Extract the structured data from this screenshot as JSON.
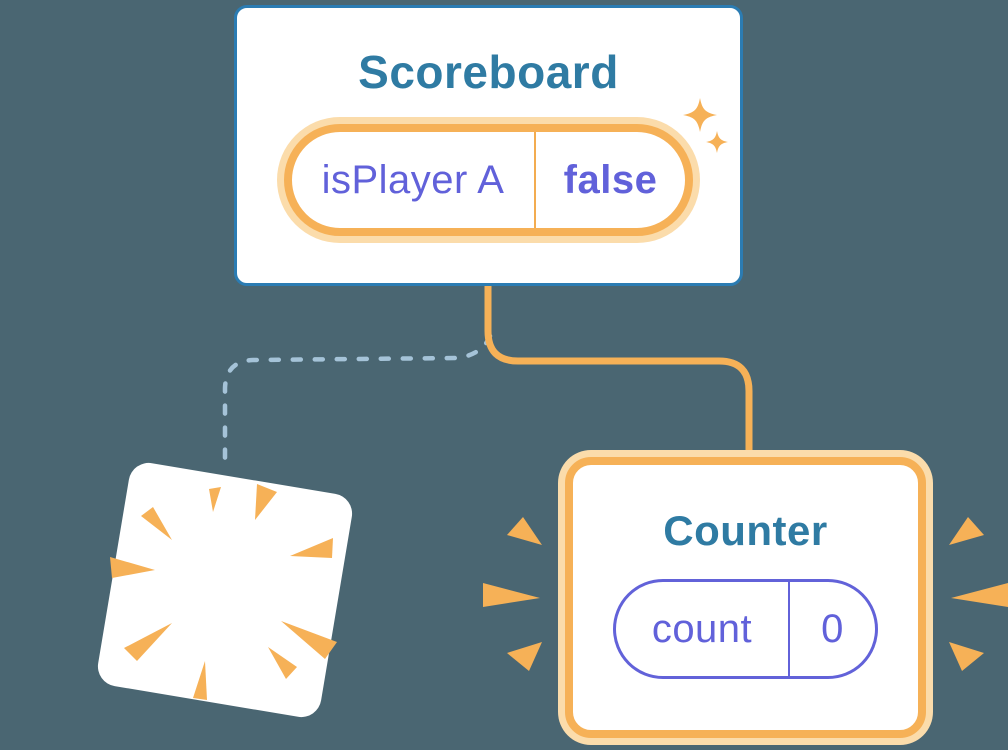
{
  "diagram": {
    "description": "Component tree diagram: Scoreboard keeps its state while a removed component is destroyed and Counter is freshly mounted",
    "background_color": "#4a6672",
    "colors": {
      "card_border_blue": "#2b7cb3",
      "title_blue": "#2f7ba3",
      "highlight_orange": "#f6b157",
      "highlight_glow": "#fbdcab",
      "state_purple": "#6161da",
      "dashed_line_blue": "#a5c3d8",
      "card_white": "#ffffff"
    },
    "scoreboard": {
      "title": "Scoreboard",
      "state": {
        "key": "isPlayer A",
        "value": "false"
      },
      "icon": "sparkles-icon"
    },
    "counter": {
      "title": "Counter",
      "state": {
        "key": "count",
        "value": "0"
      },
      "icon": "emphasis-rays-icon"
    },
    "destroyed_component": {
      "icon": "explosion-burst-icon"
    }
  }
}
